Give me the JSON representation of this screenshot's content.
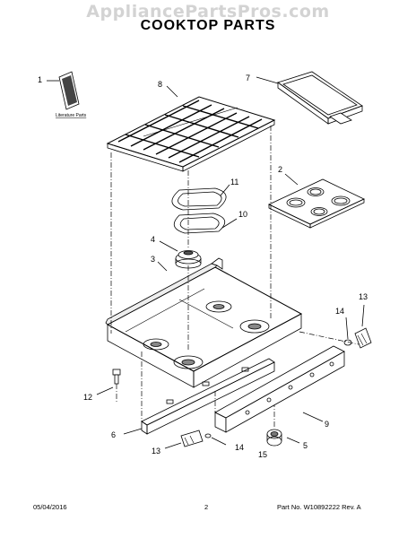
{
  "watermark": "AppliancePartsPros.com",
  "title": "COOKTOP PARTS",
  "literature_caption": "Literature Parts",
  "callouts": {
    "c1": "1",
    "c2": "2",
    "c3": "3",
    "c4": "4",
    "c5": "5",
    "c6": "6",
    "c7": "7",
    "c8": "8",
    "c9": "9",
    "c10": "10",
    "c11": "11",
    "c12": "12",
    "c13a": "13",
    "c13b": "13",
    "c14a": "14",
    "c14b": "14",
    "c15": "15"
  },
  "footer": {
    "date": "05/04/2016",
    "page": "2",
    "part_rev": "Part No. W10892222  Rev. A"
  }
}
